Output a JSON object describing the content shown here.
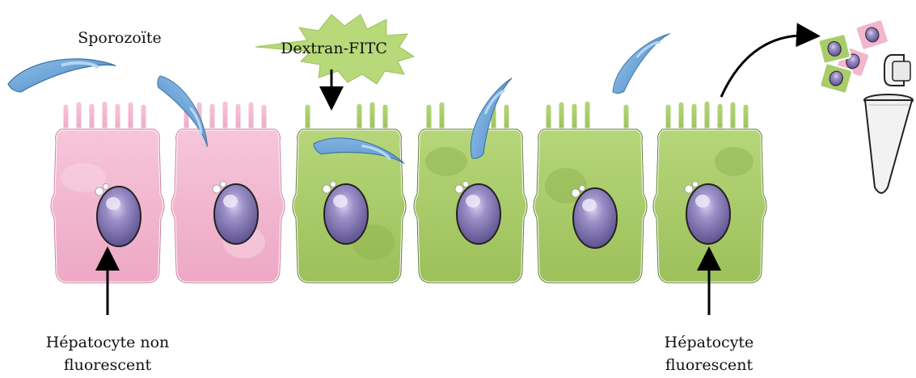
{
  "labels": {
    "sporozoite": "Sporozoïte",
    "dextran": "Dextran-FITC",
    "non_fluorescent_line1": "Hépatocyte non",
    "non_fluorescent_line2": "fluorescent",
    "fluorescent_line1": "Hépatocyte",
    "fluorescent_line2": "fluorescent"
  },
  "colors": {
    "pink_cell": "#f2b6cf",
    "pink_cell_outline": "#c97a9a",
    "green_cell": "#a9cc6b",
    "green_cell_outline": "#5c7b2e",
    "nucleus": "#8a7db8",
    "sporozoite": "#6fa8dc",
    "starburst": "#b7d97a",
    "arrow": "#000000"
  },
  "icons": {
    "sporozoite": "sporozoite-parasite-icon",
    "nucleus": "cell-nucleus-icon",
    "tube": "eppendorf-tube-icon",
    "sorted_cells": "sorted-cells-icon"
  }
}
